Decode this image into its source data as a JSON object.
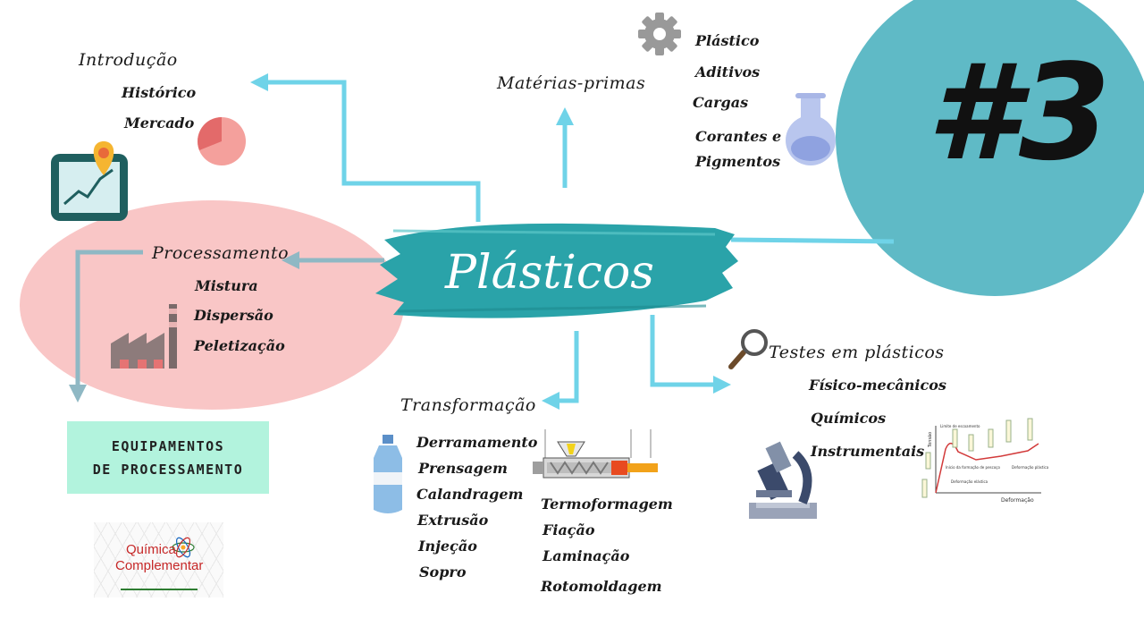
{
  "center": {
    "title": "Plásticos"
  },
  "badge": {
    "text": "#3",
    "color": "#5fbac6"
  },
  "colors": {
    "arrow": "#6fd3e8",
    "brush": "#2aa3a9",
    "processing_bg": "#f9c6c6",
    "equip_bg": "#b2f3dd"
  },
  "intro": {
    "heading": "Introdução",
    "items": [
      "Histórico",
      "Mercado"
    ],
    "icons": [
      "pie-chart-icon",
      "map-chart-icon"
    ]
  },
  "materias": {
    "heading": "Matérias-primas",
    "items": [
      "Plástico",
      "Aditivos",
      "Cargas",
      "Corantes e",
      "Pigmentos"
    ],
    "icons": [
      "gear-icon",
      "flask-icon"
    ]
  },
  "processamento": {
    "heading": "Processamento",
    "items": [
      "Mistura",
      "Dispersão",
      "Peletização"
    ],
    "icons": [
      "factory-icon"
    ]
  },
  "equipamentos": {
    "line1": "EQUIPAMENTOS",
    "line2": "DE PROCESSAMENTO"
  },
  "transformacao": {
    "heading": "Transformação",
    "items_left": [
      "Derramamento",
      "Prensagem",
      "Calandragem",
      "Extrusão",
      "Injeção",
      "Sopro"
    ],
    "items_right": [
      "Termoformagem",
      "Fiação",
      "Laminação",
      "Rotomoldagem"
    ],
    "icons": [
      "bottle-icon",
      "extruder-icon"
    ]
  },
  "testes": {
    "heading": "Testes em plásticos",
    "items": [
      "Físico-mecânicos",
      "Químicos",
      "Instrumentais"
    ],
    "icons": [
      "magnifier-icon",
      "microscope-icon",
      "stress-strain-chart-icon"
    ],
    "chart_labels": {
      "y": "Tensão",
      "x": "Deformação",
      "a": "Limite de escoamento",
      "b": "Início da formação de pescoço",
      "c": "Deformação elástica",
      "d": "Deformação plástica"
    }
  },
  "logo": {
    "line1": "Química",
    "line2": "Complementar"
  }
}
